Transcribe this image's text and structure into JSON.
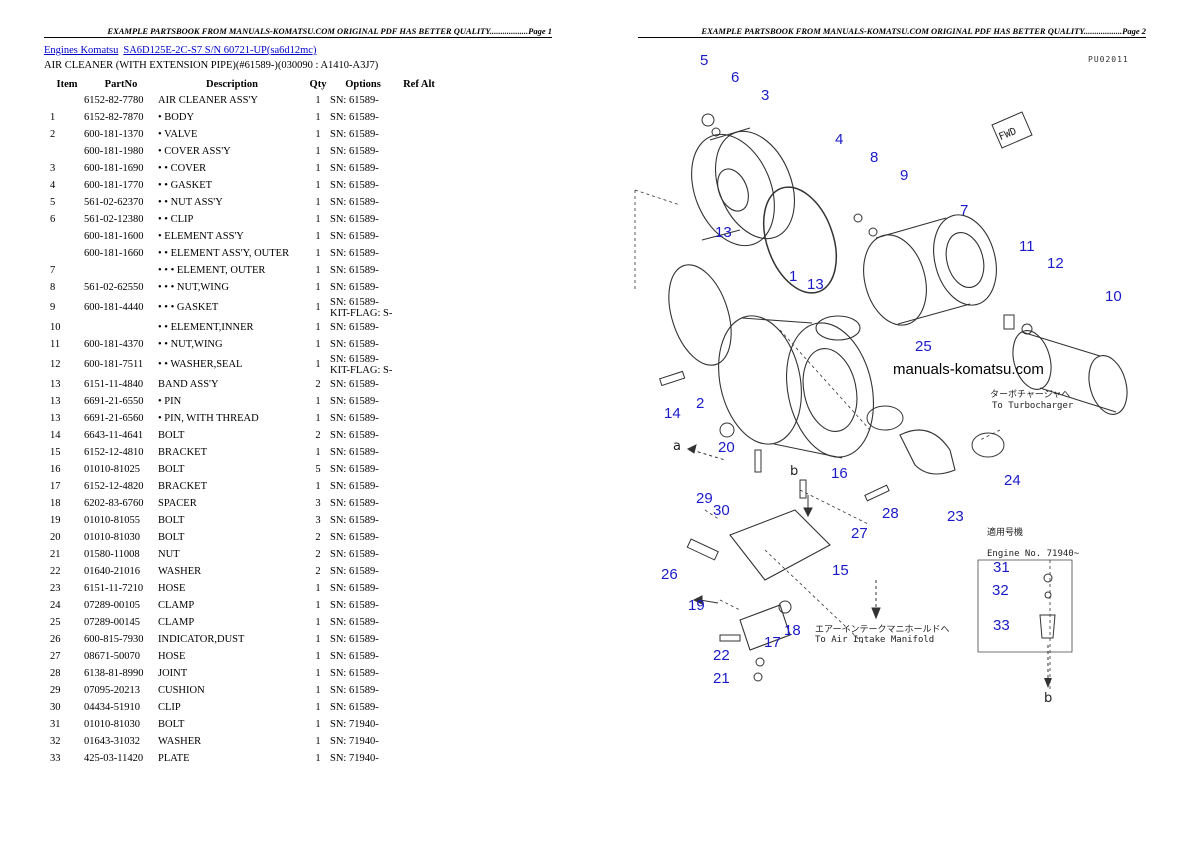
{
  "header": {
    "left": "EXAMPLE PARTSBOOK FROM MANUALS-KOMATSU.COM ORIGINAL PDF HAS BETTER QUALITY..................Page 1",
    "right": "EXAMPLE PARTSBOOK FROM MANUALS-KOMATSU.COM ORIGINAL PDF HAS BETTER QUALITY..................Page 2"
  },
  "breadcrumb": {
    "link1": "Engines Komatsu",
    "link2": "SA6D125E-2C-S7 S/N 60721-UP(sa6d12mc)"
  },
  "subtitle": "AIR CLEANER (WITH EXTENSION PIPE)(#61589-)(030090 : A1410-A3J7)",
  "table": {
    "headers": [
      "Item",
      "PartNo",
      "Description",
      "Qty",
      "Options",
      "Ref Alt"
    ],
    "rows": [
      {
        "item": "",
        "part": "6152-82-7780",
        "desc": "AIR CLEANER ASS'Y",
        "qty": "1",
        "opt": "SN: 61589-",
        "opt2": ""
      },
      {
        "item": "1",
        "part": "6152-82-7870",
        "desc": "• BODY",
        "qty": "1",
        "opt": "SN: 61589-",
        "opt2": ""
      },
      {
        "item": "2",
        "part": "600-181-1370",
        "desc": "• VALVE",
        "qty": "1",
        "opt": "SN: 61589-",
        "opt2": ""
      },
      {
        "item": "",
        "part": "600-181-1980",
        "desc": "• COVER ASS'Y",
        "qty": "1",
        "opt": "SN: 61589-",
        "opt2": ""
      },
      {
        "item": "3",
        "part": "600-181-1690",
        "desc": "• • COVER",
        "qty": "1",
        "opt": "SN: 61589-",
        "opt2": ""
      },
      {
        "item": "4",
        "part": "600-181-1770",
        "desc": "• • GASKET",
        "qty": "1",
        "opt": "SN: 61589-",
        "opt2": ""
      },
      {
        "item": "5",
        "part": "561-02-62370",
        "desc": "• • NUT ASS'Y",
        "qty": "1",
        "opt": "SN: 61589-",
        "opt2": ""
      },
      {
        "item": "6",
        "part": "561-02-12380",
        "desc": "• • CLIP",
        "qty": "1",
        "opt": "SN: 61589-",
        "opt2": ""
      },
      {
        "item": "",
        "part": "600-181-1600",
        "desc": "• ELEMENT ASS'Y",
        "qty": "1",
        "opt": "SN: 61589-",
        "opt2": ""
      },
      {
        "item": "",
        "part": "600-181-1660",
        "desc": "• • ELEMENT ASS'Y, OUTER",
        "qty": "1",
        "opt": "SN: 61589-",
        "opt2": ""
      },
      {
        "item": "7",
        "part": "",
        "desc": "• • • ELEMENT, OUTER",
        "qty": "1",
        "opt": "SN: 61589-",
        "opt2": ""
      },
      {
        "item": "8",
        "part": "561-02-62550",
        "desc": "• • • NUT,WING",
        "qty": "1",
        "opt": "SN: 61589-",
        "opt2": ""
      },
      {
        "item": "9",
        "part": "600-181-4440",
        "desc": "• • • GASKET",
        "qty": "1",
        "opt": "SN: 61589-",
        "opt2": "KIT-FLAG: S-"
      },
      {
        "item": "10",
        "part": "",
        "desc": "• • ELEMENT,INNER",
        "qty": "1",
        "opt": "SN: 61589-",
        "opt2": ""
      },
      {
        "item": "11",
        "part": "600-181-4370",
        "desc": "• • NUT,WING",
        "qty": "1",
        "opt": "SN: 61589-",
        "opt2": ""
      },
      {
        "item": "12",
        "part": "600-181-7511",
        "desc": "• • WASHER,SEAL",
        "qty": "1",
        "opt": "SN: 61589-",
        "opt2": "KIT-FLAG: S-"
      },
      {
        "item": "13",
        "part": "6151-11-4840",
        "desc": "BAND ASS'Y",
        "qty": "2",
        "opt": "SN: 61589-",
        "opt2": ""
      },
      {
        "item": "13",
        "part": "6691-21-6550",
        "desc": "• PIN",
        "qty": "1",
        "opt": "SN: 61589-",
        "opt2": ""
      },
      {
        "item": "13",
        "part": "6691-21-6560",
        "desc": "• PIN, WITH THREAD",
        "qty": "1",
        "opt": "SN: 61589-",
        "opt2": ""
      },
      {
        "item": "14",
        "part": "6643-11-4641",
        "desc": "BOLT",
        "qty": "2",
        "opt": "SN: 61589-",
        "opt2": ""
      },
      {
        "item": "15",
        "part": "6152-12-4810",
        "desc": "BRACKET",
        "qty": "1",
        "opt": "SN: 61589-",
        "opt2": ""
      },
      {
        "item": "16",
        "part": "01010-81025",
        "desc": "BOLT",
        "qty": "5",
        "opt": "SN: 61589-",
        "opt2": ""
      },
      {
        "item": "17",
        "part": "6152-12-4820",
        "desc": "BRACKET",
        "qty": "1",
        "opt": "SN: 61589-",
        "opt2": ""
      },
      {
        "item": "18",
        "part": "6202-83-6760",
        "desc": "SPACER",
        "qty": "3",
        "opt": "SN: 61589-",
        "opt2": ""
      },
      {
        "item": "19",
        "part": "01010-81055",
        "desc": "BOLT",
        "qty": "3",
        "opt": "SN: 61589-",
        "opt2": ""
      },
      {
        "item": "20",
        "part": "01010-81030",
        "desc": "BOLT",
        "qty": "2",
        "opt": "SN: 61589-",
        "opt2": ""
      },
      {
        "item": "21",
        "part": "01580-11008",
        "desc": "NUT",
        "qty": "2",
        "opt": "SN: 61589-",
        "opt2": ""
      },
      {
        "item": "22",
        "part": "01640-21016",
        "desc": "WASHER",
        "qty": "2",
        "opt": "SN: 61589-",
        "opt2": ""
      },
      {
        "item": "23",
        "part": "6151-11-7210",
        "desc": "HOSE",
        "qty": "1",
        "opt": "SN: 61589-",
        "opt2": ""
      },
      {
        "item": "24",
        "part": "07289-00105",
        "desc": "CLAMP",
        "qty": "1",
        "opt": "SN: 61589-",
        "opt2": ""
      },
      {
        "item": "25",
        "part": "07289-00145",
        "desc": "CLAMP",
        "qty": "1",
        "opt": "SN: 61589-",
        "opt2": ""
      },
      {
        "item": "26",
        "part": "600-815-7930",
        "desc": "INDICATOR,DUST",
        "qty": "1",
        "opt": "SN: 61589-",
        "opt2": ""
      },
      {
        "item": "27",
        "part": "08671-50070",
        "desc": "HOSE",
        "qty": "1",
        "opt": "SN: 61589-",
        "opt2": ""
      },
      {
        "item": "28",
        "part": "6138-81-8990",
        "desc": "JOINT",
        "qty": "1",
        "opt": "SN: 61589-",
        "opt2": ""
      },
      {
        "item": "29",
        "part": "07095-20213",
        "desc": "CUSHION",
        "qty": "1",
        "opt": "SN: 61589-",
        "opt2": ""
      },
      {
        "item": "30",
        "part": "04434-51910",
        "desc": "CLIP",
        "qty": "1",
        "opt": "SN: 61589-",
        "opt2": ""
      },
      {
        "item": "31",
        "part": "01010-81030",
        "desc": "BOLT",
        "qty": "1",
        "opt": "SN: 71940-",
        "opt2": ""
      },
      {
        "item": "32",
        "part": "01643-31032",
        "desc": "WASHER",
        "qty": "1",
        "opt": "SN: 71940-",
        "opt2": ""
      },
      {
        "item": "33",
        "part": "425-03-11420",
        "desc": "PLATE",
        "qty": "1",
        "opt": "SN: 71940-",
        "opt2": ""
      }
    ]
  },
  "diagram": {
    "page_code": "PU02011",
    "watermark": "manuals-komatsu.com",
    "fwd_label": "FWD",
    "turbo_jp": "ターボチャージャへ",
    "turbo_en": "To Turbocharger",
    "manifold_jp": "エアーインテークマニホールドへ",
    "manifold_en": "To Air Intake Manifold",
    "engine_jp": "適用号機",
    "engine_en": "Engine No. 71940~",
    "letter_a": "a",
    "letter_b": "b"
  }
}
